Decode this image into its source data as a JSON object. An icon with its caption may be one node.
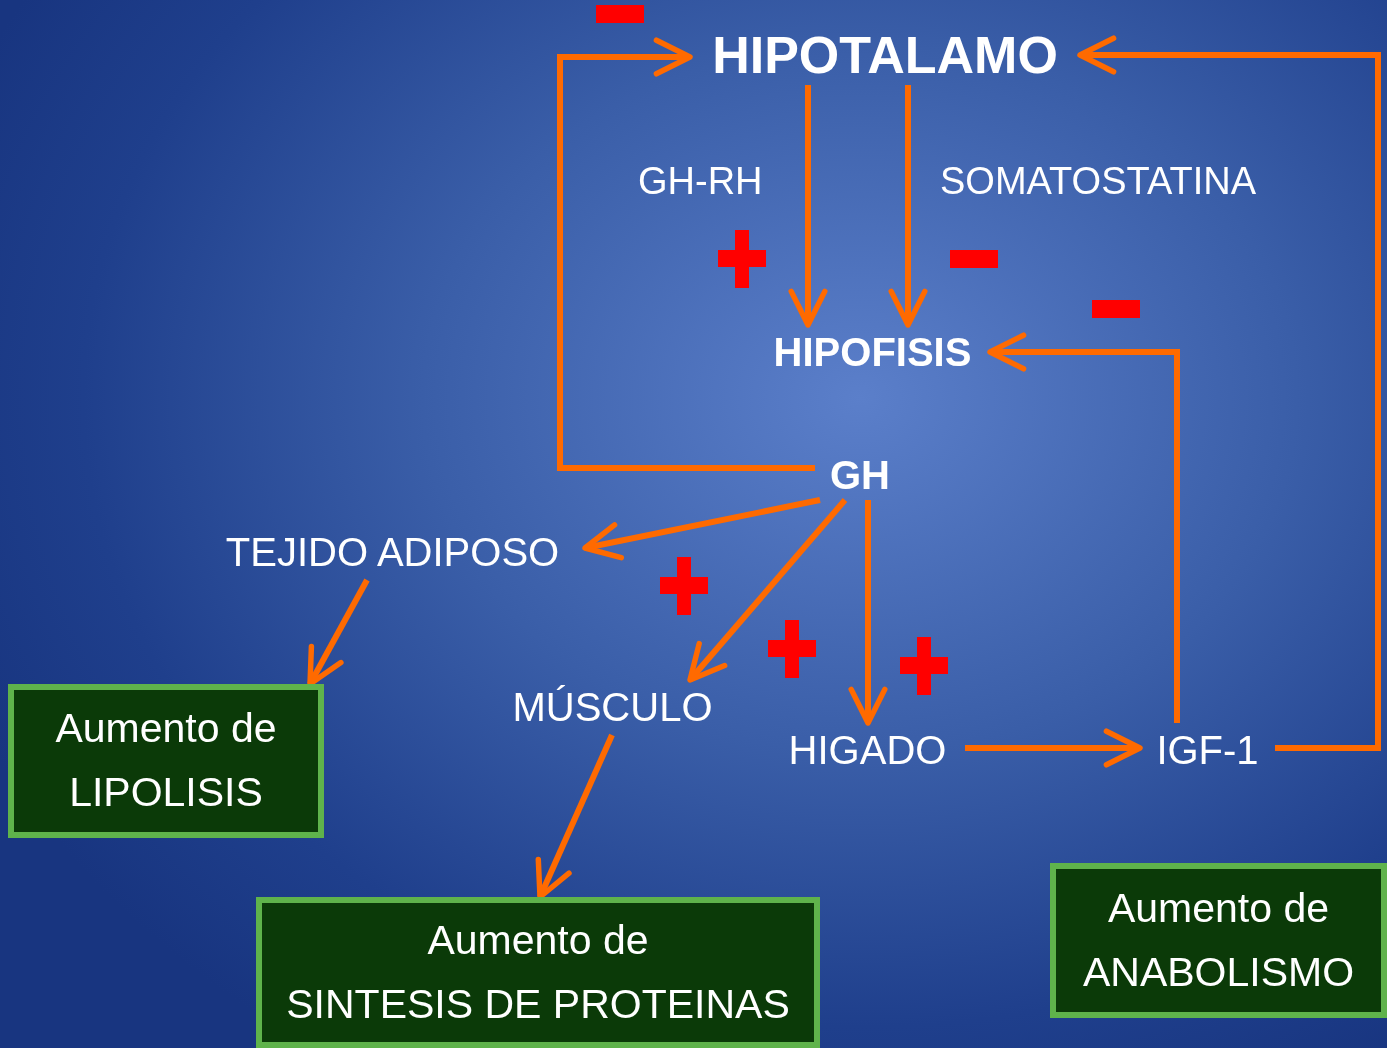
{
  "diagram": {
    "nodes": [
      {
        "text": [
          "HIPOTALAMO"
        ]
      },
      {
        "text": [
          "HIPOFISIS"
        ]
      },
      {
        "text": [
          "GH"
        ]
      },
      {
        "text": [
          "TEJIDO ADIPOSO"
        ]
      },
      {
        "text": [
          "MÚSCULO"
        ]
      },
      {
        "text": [
          "HIGADO"
        ]
      },
      {
        "text": [
          "IGF-1"
        ]
      },
      {
        "text": [
          "Aumento de",
          "LIPOLISIS"
        ]
      },
      {
        "text": [
          "Aumento de",
          "SINTESIS DE PROTEINAS"
        ]
      },
      {
        "text": [
          "Aumento de",
          "ANABOLISMO"
        ]
      }
    ],
    "edges": [
      {
        "from": 0,
        "to": 1,
        "arrow": "to",
        "label": "GH-RH"
      },
      {
        "from": 0,
        "to": 1,
        "arrow": "to",
        "label": "SOMATOSTATINA"
      },
      {
        "from": 2,
        "to": 0,
        "arrow": "to"
      },
      {
        "from": 6,
        "to": 1,
        "arrow": "to"
      },
      {
        "from": 6,
        "to": 0,
        "arrow": "to"
      },
      {
        "from": 2,
        "to": 3,
        "arrow": "to"
      },
      {
        "from": 2,
        "to": 4,
        "arrow": "to"
      },
      {
        "from": 2,
        "to": 5,
        "arrow": "to"
      },
      {
        "from": 5,
        "to": 6,
        "arrow": "to"
      },
      {
        "from": 3,
        "to": 7,
        "arrow": "to"
      },
      {
        "from": 4,
        "to": 8,
        "arrow": "to"
      }
    ]
  }
}
